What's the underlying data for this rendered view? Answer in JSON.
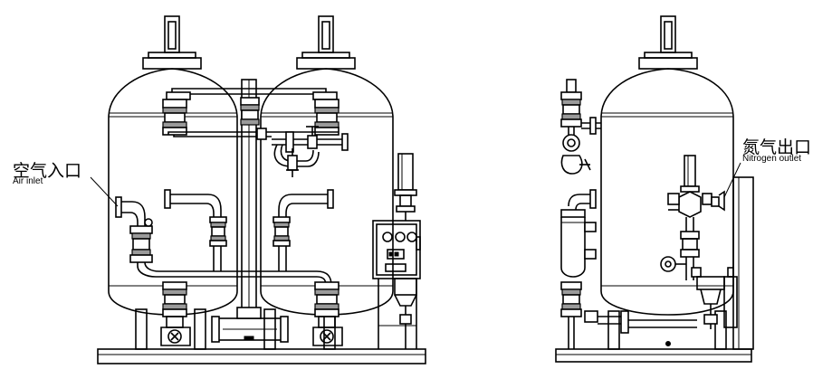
{
  "labels": {
    "air_inlet_cn": "空气入口",
    "air_inlet_en": "Air inlet",
    "nitrogen_outlet_cn": "氮气出口",
    "nitrogen_outlet_en": "Nitrogen outlet"
  },
  "colors": {
    "line": "#000000",
    "background": "#ffffff",
    "coupling_band": "#9a9a9a"
  }
}
